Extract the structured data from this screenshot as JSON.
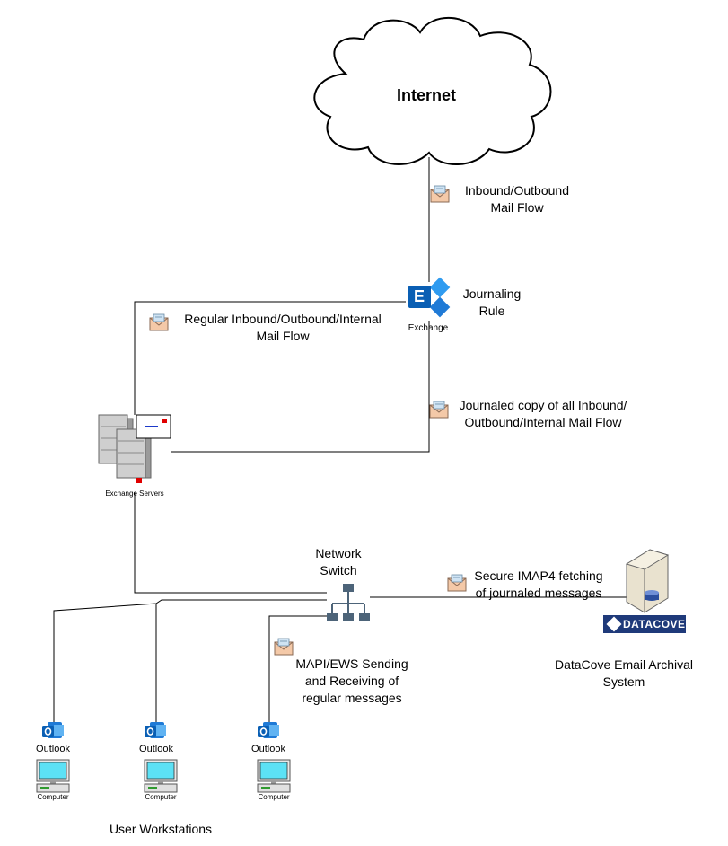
{
  "nodes": {
    "internet": {
      "label": "Internet"
    },
    "exchange_logo": {
      "letter": "E",
      "caption": "Exchange",
      "color": "#0a5fb4"
    },
    "exchange_servers": {
      "caption": "Exchange Servers"
    },
    "network_switch": {
      "label_line1": "Network",
      "label_line2": "Switch"
    },
    "datacove": {
      "logo_text": "DATACOVE",
      "label_line1": "DataCove Email Archival",
      "label_line2": "System",
      "color": "#1f3a7a"
    },
    "workstations": {
      "title": "User Workstations",
      "items": [
        {
          "app": "Outlook",
          "device": "Computer"
        },
        {
          "app": "Outlook",
          "device": "Computer"
        },
        {
          "app": "Outlook",
          "device": "Computer"
        }
      ]
    }
  },
  "flows": {
    "internet_flow": {
      "line1": "Inbound/Outbound",
      "line2": "Mail Flow"
    },
    "journaling_rule": {
      "line1": "Journaling",
      "line2": "Rule"
    },
    "regular_flow": {
      "line1": "Regular Inbound/Outbound/Internal",
      "line2": "Mail Flow"
    },
    "journaled_copy": {
      "line1": "Journaled copy of all Inbound/",
      "line2": "Outbound/Internal Mail Flow"
    },
    "imap_fetch": {
      "line1": "Secure IMAP4 fetching",
      "line2": "of journaled messages"
    },
    "mapi_ews": {
      "line1": "MAPI/EWS Sending",
      "line2": "and Receiving of",
      "line3": "regular messages"
    }
  },
  "icons": {
    "envelope": "envelope-icon",
    "outlook": "outlook-icon",
    "computer": "computer-icon",
    "server": "server-icon",
    "switch": "network-switch-icon",
    "cloud": "cloud-icon"
  }
}
